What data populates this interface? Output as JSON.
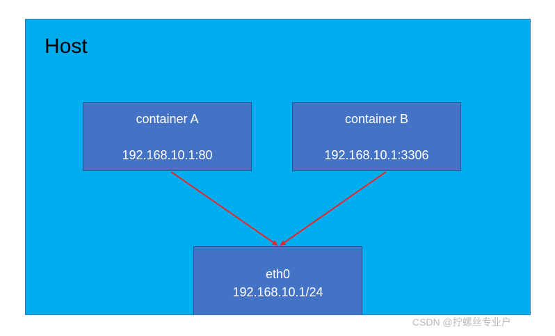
{
  "host": {
    "title": "Host"
  },
  "containers": [
    {
      "name": "container A",
      "address": "192.168.10.1:80"
    },
    {
      "name": "container B",
      "address": "192.168.10.1:3306"
    }
  ],
  "interface": {
    "name": "eth0",
    "address": "192.168.10.1/24"
  },
  "colors": {
    "host_fill": "#00aeef",
    "box_fill": "#4472c4",
    "arrow": "#e8262b"
  },
  "watermark": "CSDN @拧螺丝专业户"
}
